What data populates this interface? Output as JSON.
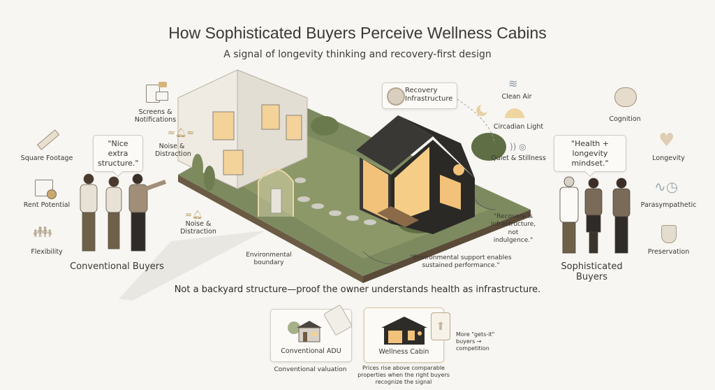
{
  "title": "How Sophisticated Buyers Perceive Wellness Cabins",
  "subtitle": "A signal of longevity thinking and recovery-first design",
  "conventional": {
    "group_label": "Conventional Buyers",
    "quote": "\"Nice extra structure.\"",
    "factors": [
      {
        "label": "Square Footage",
        "icon": "ruler-icon"
      },
      {
        "label": "Rent Potential",
        "icon": "calendar-check-icon"
      },
      {
        "label": "Flexibility",
        "icon": "family-icon"
      }
    ]
  },
  "distractions": [
    {
      "label": "Screens & Notifications",
      "icon": "devices-icon"
    },
    {
      "label": "Noise & Distraction",
      "icon": "bell-icon"
    },
    {
      "label": "Noise & Distraction",
      "icon": "bell-icon"
    }
  ],
  "scene": {
    "recovery_callout": "Recovery Infrastructure",
    "boundary_label": "Environmental boundary",
    "benefits": [
      {
        "label": "Clean Air",
        "icon": "wind-icon"
      },
      {
        "label": "Circadian Light",
        "icon": "sunrise-icon"
      },
      {
        "label": "Quiet & Stillness",
        "icon": "sound-dial-icon"
      }
    ],
    "quote_recovery": "\"Recovery is infrastructure, not indulgence.\"",
    "quote_environment": "\"Environmental support enables sustained performance.\""
  },
  "sophisticated": {
    "group_label": "Sophisticated Buyers",
    "quote": "\"Health + longevity mindset.\"",
    "factors": [
      {
        "label": "Cognition",
        "icon": "brain-icon"
      },
      {
        "label": "Longevity",
        "icon": "heart-pulse-icon"
      },
      {
        "label": "Parasympathetic",
        "icon": "wave-clock-icon"
      },
      {
        "label": "Preservation",
        "icon": "shield-icon"
      }
    ]
  },
  "statement": "Not a backyard structure—proof the owner understands health as infrastructure.",
  "comparison": {
    "adu": {
      "label": "Conventional ADU",
      "caption": "Conventional valuation"
    },
    "cabin": {
      "label": "Wellness Cabin",
      "caption": "Prices rise above comparable properties when the right buyers recognize the signal"
    },
    "note": "More \"gets-it\" buyers → competition"
  },
  "colors": {
    "background": "#f7f6f2",
    "cabin": "#2e2c29",
    "glow": "#f2c27a",
    "grass": "#6f7d56",
    "text": "#3a3630"
  }
}
